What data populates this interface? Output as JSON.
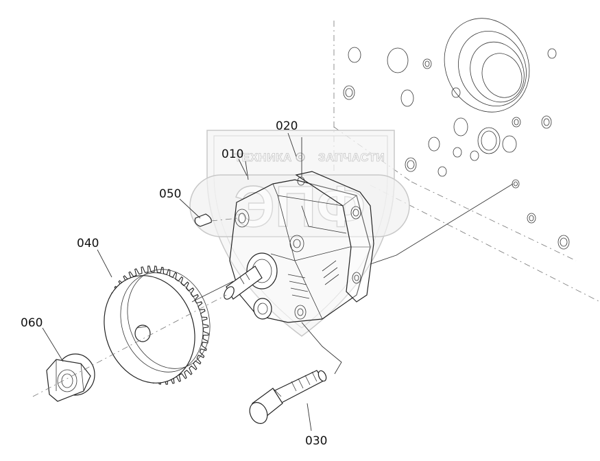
{
  "callouts": {
    "p010": "010",
    "p020": "020",
    "p030": "030",
    "p040": "040",
    "p050": "050",
    "p060": "060"
  },
  "watermark": {
    "left_word": "ТЕХНИКА",
    "right_word": "ЗАПЧАСТИ",
    "letters": "ЭПФ"
  },
  "colors": {
    "line": "#222222",
    "background": "#ffffff",
    "watermark_outline": "#c4c4c4"
  }
}
